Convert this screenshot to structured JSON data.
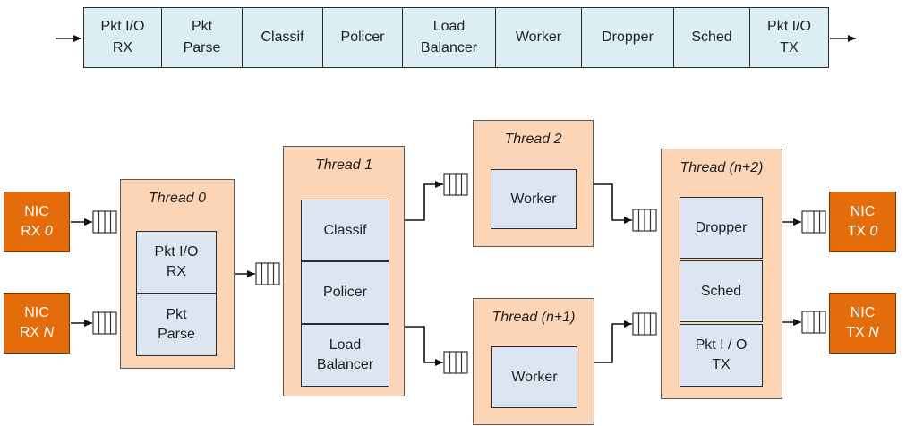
{
  "pipeline": {
    "stages": [
      {
        "line1": "Pkt I/O",
        "line2": "RX"
      },
      {
        "line1": "Pkt",
        "line2": "Parse"
      },
      {
        "line1": "Classif",
        "line2": ""
      },
      {
        "line1": "Policer",
        "line2": ""
      },
      {
        "line1": "Load",
        "line2": "Balancer"
      },
      {
        "line1": "Worker",
        "line2": ""
      },
      {
        "line1": "Dropper",
        "line2": ""
      },
      {
        "line1": "Sched",
        "line2": ""
      },
      {
        "line1": "Pkt I/O",
        "line2": "TX"
      }
    ]
  },
  "nics": [
    {
      "line1": "NIC",
      "prefix": "RX",
      "unit": "0"
    },
    {
      "line1": "NIC",
      "prefix": "RX",
      "unit": "N"
    },
    {
      "line1": "NIC",
      "prefix": "TX",
      "unit": "0"
    },
    {
      "line1": "NIC",
      "prefix": "TX",
      "unit": "N"
    }
  ],
  "threads": {
    "thread0": {
      "title": "Thread 0",
      "blocks": [
        {
          "line1": "Pkt I/O",
          "line2": "RX"
        },
        {
          "line1": "Pkt",
          "line2": "Parse"
        }
      ]
    },
    "thread1": {
      "title": "Thread 1",
      "blocks": [
        {
          "line1": "Classif",
          "line2": ""
        },
        {
          "line1": "Policer",
          "line2": ""
        },
        {
          "line1": "Load",
          "line2": "Balancer"
        }
      ]
    },
    "thread2": {
      "title": "Thread 2",
      "blocks": [
        {
          "line1": "Worker",
          "line2": ""
        }
      ]
    },
    "threadn1": {
      "title": "Thread (n+1)",
      "blocks": [
        {
          "line1": "Worker",
          "line2": ""
        }
      ]
    },
    "threadn2": {
      "title": "Thread (n+2)",
      "blocks": [
        {
          "line1": "Dropper",
          "line2": ""
        },
        {
          "line1": "Sched",
          "line2": ""
        },
        {
          "line1": "Pkt I / O",
          "line2": "TX"
        }
      ]
    }
  },
  "colors": {
    "stage_fill": "#dbeef4",
    "thread_fill": "#fbd5b5",
    "block_fill": "#dce6f2",
    "nic_fill": "#e46c0a"
  }
}
